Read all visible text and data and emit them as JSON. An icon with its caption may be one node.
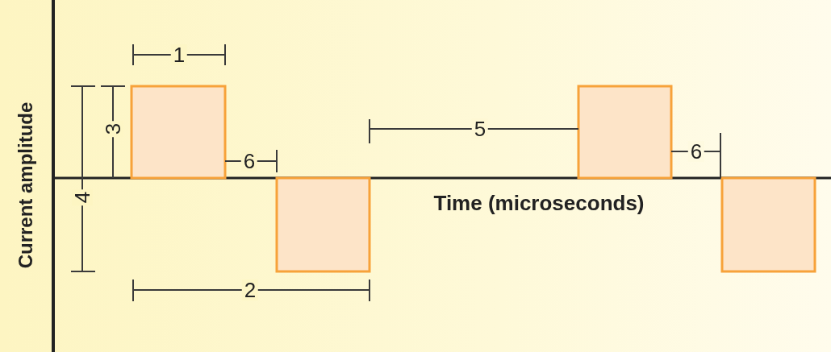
{
  "diagram": {
    "labels": [
      "Current amplitude",
      "1",
      "3",
      "6",
      "5",
      "6",
      "4",
      "Time (microseconds)",
      "2"
    ]
  }
}
